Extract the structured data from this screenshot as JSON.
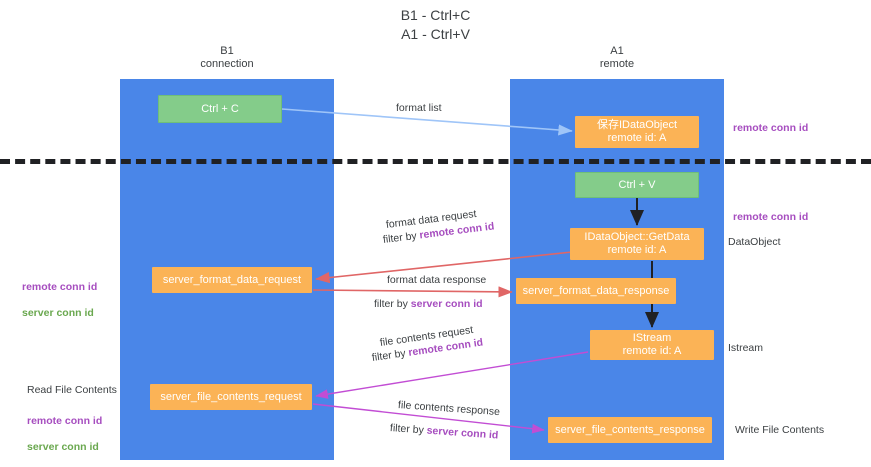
{
  "title": "B1 - Ctrl+C\nA1 - Ctrl+V",
  "lanes": {
    "left": {
      "name": "B1",
      "sublabel": "connection",
      "full": "B1\nconnection",
      "color": "#4a86e8"
    },
    "right": {
      "name": "A1",
      "sublabel": "remote",
      "full": "A1\nremote",
      "color": "#4a86e8"
    }
  },
  "colors": {
    "lane": "#4a86e8",
    "green_box": "#84cc8a",
    "orange_box": "#fbb356",
    "divider": "#202124",
    "arrow_blue": "#9fc5f8",
    "arrow_red": "#e06666",
    "arrow_black": "#202124",
    "arrow_magenta": "#c24dd4",
    "accent_purple": "#a64dbf",
    "accent_green": "#6aa84f"
  },
  "boxes": {
    "ctrl_c": "Ctrl + C",
    "save_idataobject": "保存IDataObject\nremote id: A",
    "ctrl_v": "Ctrl + V",
    "idataobject_getdata": "IDataObject::GetData\nremote id: A",
    "server_format_data_request": "server_format_data_request",
    "server_format_data_response": "server_format_data_response",
    "istream": "IStream\nremote id: A",
    "server_file_contents_request": "server_file_contents_request",
    "server_file_contents_response": "server_file_contents_response"
  },
  "annotations": {
    "remote_conn_id_top": "remote conn id",
    "remote_conn_id_mid": "remote conn id",
    "dataobject": "DataObject",
    "istream_side": "Istream",
    "write_file_contents": "Write File Contents",
    "read_file_contents": "Read File Contents",
    "left_remote_conn_id": "remote conn id",
    "left_server_conn_id": "server conn id",
    "read_remote_conn_id": "remote conn id",
    "read_server_conn_id": "server conn id"
  },
  "edge_labels": {
    "format_list": "format list",
    "format_data_request": "format data request",
    "format_data_request_filter_prefix": "filter by ",
    "format_data_request_filter_key": "remote conn id",
    "format_data_response": "format data response",
    "format_data_response_filter_prefix": "filter by ",
    "format_data_response_filter_key": "server conn id",
    "file_contents_request": "file contents request",
    "file_contents_request_filter_prefix": "filter by ",
    "file_contents_request_filter_key": "remote conn id",
    "file_contents_response": "file contents response",
    "file_contents_response_filter_prefix": "filter by ",
    "file_contents_response_filter_key": "server conn id"
  }
}
